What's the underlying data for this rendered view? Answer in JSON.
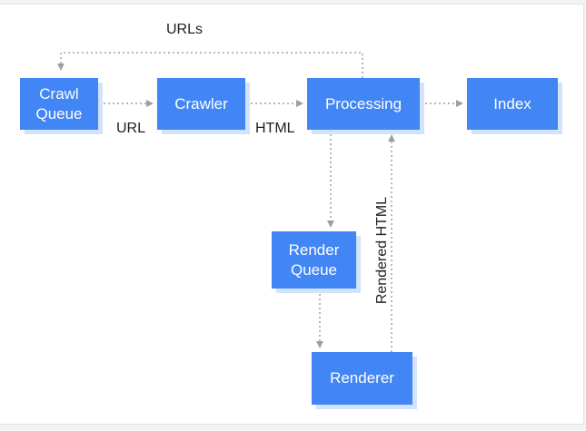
{
  "colors": {
    "node_fill": "#4285f4",
    "node_shadow": "#d2e3fc",
    "connector": "#9aa0a6",
    "label_text": "#202124",
    "node_text": "#ffffff"
  },
  "nodes": {
    "crawl_queue": "Crawl\nQueue",
    "crawler": "Crawler",
    "processing": "Processing",
    "index": "Index",
    "render_queue": "Render\nQueue",
    "renderer": "Renderer"
  },
  "edge_labels": {
    "urls": "URLs",
    "url": "URL",
    "html": "HTML",
    "rendered_html": "Rendered HTML"
  }
}
